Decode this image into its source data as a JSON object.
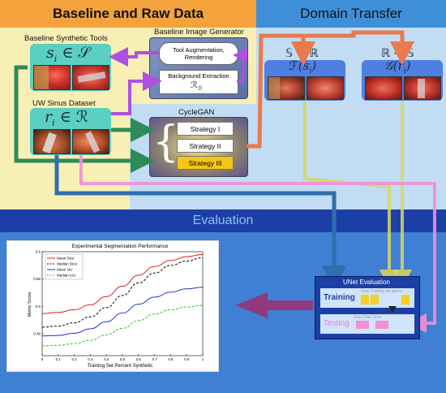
{
  "headers": {
    "baseline": "Baseline and Raw Data",
    "domain_transfer": "Domain Transfer",
    "evaluation": "Evaluation"
  },
  "synthetic_tools": {
    "title": "Baseline Synthetic Tools",
    "formula": "s_i ∈ S"
  },
  "sinus_dataset": {
    "title": "UW Sinus Dataset",
    "formula": "r_i ∈ R"
  },
  "image_generator": {
    "title": "Baseline Image Generator",
    "tool_aug": "Tool Augmentation, Rendering",
    "bg_extraction": "Background Extraction",
    "bg_formula": "R_B"
  },
  "cyclegan": {
    "title": "CycleGAN",
    "strategies": [
      "Strategy I",
      "Strategy II",
      "Strategy III"
    ]
  },
  "transfer": {
    "s_to_r": "S → R",
    "r_to_s": "R → S",
    "f_formula": "F(s_i)",
    "g_formula": "G(r_i)"
  },
  "unet": {
    "title": "UNet Evaluation",
    "training": "Training",
    "training_sub": "Now Training Iterations",
    "testing": "Testing",
    "testing_sub": "Time Total Time"
  },
  "chart_data": {
    "type": "line",
    "title": "Experimental Segmentation Performance",
    "xlabel": "Training Set Percent Synthetic",
    "ylabel": "Metric Score",
    "xlim": [
      0,
      1
    ],
    "ylim": [
      0.41,
      0.6
    ],
    "xticks": [
      "0",
      "0.1",
      "0.2",
      "0.3",
      "0.4",
      "0.5",
      "0.6",
      "0.7",
      "0.8",
      "0.9",
      "1"
    ],
    "yticks": [
      "0.45",
      "0.5",
      "0.55",
      "0.6"
    ],
    "legend": "top-left",
    "x": [
      0,
      0.1,
      0.2,
      0.3,
      0.4,
      0.5,
      0.6,
      0.7,
      0.8,
      0.9,
      1.0
    ],
    "series": [
      {
        "name": "Mean Dice",
        "color": "#e02020",
        "dash": "solid",
        "values": [
          0.487,
          0.489,
          0.494,
          0.503,
          0.518,
          0.537,
          0.557,
          0.573,
          0.584,
          0.591,
          0.595
        ]
      },
      {
        "name": "Median Dice",
        "color": "#000000",
        "dash": "dashed",
        "values": [
          0.462,
          0.464,
          0.47,
          0.481,
          0.498,
          0.52,
          0.543,
          0.561,
          0.575,
          0.583,
          0.589
        ]
      },
      {
        "name": "Mean IoU",
        "color": "#2030d0",
        "dash": "solid",
        "values": [
          0.446,
          0.447,
          0.451,
          0.459,
          0.472,
          0.488,
          0.504,
          0.517,
          0.526,
          0.532,
          0.535
        ]
      },
      {
        "name": "Median IoU",
        "color": "#20c020",
        "dash": "dashed",
        "values": [
          0.428,
          0.429,
          0.432,
          0.438,
          0.448,
          0.46,
          0.474,
          0.486,
          0.494,
          0.499,
          0.502
        ]
      }
    ]
  },
  "colors": {
    "baseline_header": "#f3a23c",
    "baseline_bg": "#f8efb4",
    "transfer_header": "#3f8fd8",
    "transfer_bg": "#c2dcf3",
    "eval_header": "#1c3fa6",
    "eval_bg": "#3f7fd4",
    "teal_box": "#5bd0c0",
    "blue_box": "#4f7fe0",
    "arrow_green": "#2e8b57",
    "arrow_purple": "#b050e0",
    "arrow_orange": "#e87a4c",
    "arrow_pink": "#f090d8",
    "arrow_yellow": "#d8d860",
    "arrow_blue": "#2f6fb0",
    "arrow_eval": "#8e3a7c"
  }
}
